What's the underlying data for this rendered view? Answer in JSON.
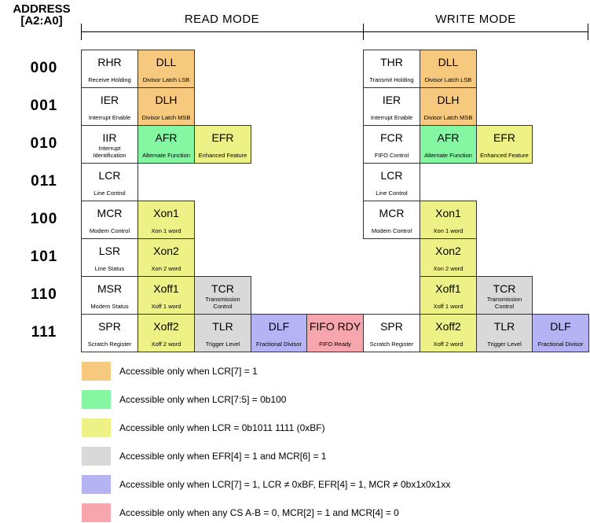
{
  "header": {
    "address_label_line1": "ADDRESS",
    "address_label_line2": "[A2:A0]",
    "read_mode_label": "READ MODE",
    "write_mode_label": "WRITE MODE"
  },
  "addresses": [
    "000",
    "001",
    "010",
    "011",
    "100",
    "101",
    "110",
    "111"
  ],
  "colors": {
    "white": "#FFFFFF",
    "orange": "#F7C97F",
    "green": "#85F7A3",
    "yellow": "#EEF286",
    "gray": "#D9D9D9",
    "purple": "#B5B3F3",
    "pink": "#F7A6AD"
  },
  "registers": [
    {
      "side": "read",
      "row": 0,
      "col": 0,
      "name": "RHR",
      "desc": "Receive Holding",
      "color": "white"
    },
    {
      "side": "read",
      "row": 0,
      "col": 1,
      "name": "DLL",
      "desc": "Divisor Latch LSB",
      "color": "orange"
    },
    {
      "side": "read",
      "row": 1,
      "col": 0,
      "name": "IER",
      "desc": "Interrupt Enable",
      "color": "white"
    },
    {
      "side": "read",
      "row": 1,
      "col": 1,
      "name": "DLH",
      "desc": "Divisor Latch MSB",
      "color": "orange"
    },
    {
      "side": "read",
      "row": 2,
      "col": 0,
      "name": "IIR",
      "desc": "Interrupt Identification",
      "color": "white"
    },
    {
      "side": "read",
      "row": 2,
      "col": 1,
      "name": "AFR",
      "desc": "Alternate Function",
      "color": "green"
    },
    {
      "side": "read",
      "row": 2,
      "col": 2,
      "name": "EFR",
      "desc": "Enhanced Feature",
      "color": "yellow"
    },
    {
      "side": "read",
      "row": 3,
      "col": 0,
      "name": "LCR",
      "desc": "Line Control",
      "color": "white"
    },
    {
      "side": "read",
      "row": 4,
      "col": 0,
      "name": "MCR",
      "desc": "Modem Control",
      "color": "white"
    },
    {
      "side": "read",
      "row": 4,
      "col": 1,
      "name": "Xon1",
      "desc": "Xon 1 word",
      "color": "yellow"
    },
    {
      "side": "read",
      "row": 5,
      "col": 0,
      "name": "LSR",
      "desc": "Line Status",
      "color": "white"
    },
    {
      "side": "read",
      "row": 5,
      "col": 1,
      "name": "Xon2",
      "desc": "Xon 2 word",
      "color": "yellow"
    },
    {
      "side": "read",
      "row": 6,
      "col": 0,
      "name": "MSR",
      "desc": "Modem Status",
      "color": "white"
    },
    {
      "side": "read",
      "row": 6,
      "col": 1,
      "name": "Xoff1",
      "desc": "Xoff 1 word",
      "color": "yellow"
    },
    {
      "side": "read",
      "row": 6,
      "col": 2,
      "name": "TCR",
      "desc": "Transmission Control",
      "color": "gray"
    },
    {
      "side": "read",
      "row": 7,
      "col": 0,
      "name": "SPR",
      "desc": "Scratch Register",
      "color": "white"
    },
    {
      "side": "read",
      "row": 7,
      "col": 1,
      "name": "Xoff2",
      "desc": "Xoff 2 word",
      "color": "yellow"
    },
    {
      "side": "read",
      "row": 7,
      "col": 2,
      "name": "TLR",
      "desc": "Trigger Level",
      "color": "gray"
    },
    {
      "side": "read",
      "row": 7,
      "col": 3,
      "name": "DLF",
      "desc": "Fractional Divisor",
      "color": "purple"
    },
    {
      "side": "read",
      "row": 7,
      "col": 4,
      "name": "FIFO RDY",
      "desc": "FIFO Ready",
      "color": "pink"
    },
    {
      "side": "write",
      "row": 0,
      "col": 5,
      "name": "THR",
      "desc": "Transmit Holding",
      "color": "white"
    },
    {
      "side": "write",
      "row": 0,
      "col": 6,
      "name": "DLL",
      "desc": "Divisor Latch LSB",
      "color": "orange"
    },
    {
      "side": "write",
      "row": 1,
      "col": 5,
      "name": "IER",
      "desc": "Interrupt Enable",
      "color": "white"
    },
    {
      "side": "write",
      "row": 1,
      "col": 6,
      "name": "DLH",
      "desc": "Divisor Latch MSB",
      "color": "orange"
    },
    {
      "side": "write",
      "row": 2,
      "col": 5,
      "name": "FCR",
      "desc": "FIFO Control",
      "color": "white"
    },
    {
      "side": "write",
      "row": 2,
      "col": 6,
      "name": "AFR",
      "desc": "Alternate Function",
      "color": "green"
    },
    {
      "side": "write",
      "row": 2,
      "col": 7,
      "name": "EFR",
      "desc": "Enhanced Feature",
      "color": "yellow"
    },
    {
      "side": "write",
      "row": 3,
      "col": 5,
      "name": "LCR",
      "desc": "Line Control",
      "color": "white"
    },
    {
      "side": "write",
      "row": 4,
      "col": 5,
      "name": "MCR",
      "desc": "Modem Control",
      "color": "white"
    },
    {
      "side": "write",
      "row": 4,
      "col": 6,
      "name": "Xon1",
      "desc": "Xon 1 word",
      "color": "yellow"
    },
    {
      "side": "write",
      "row": 5,
      "col": 6,
      "name": "Xon2",
      "desc": "Xon 2 word",
      "color": "yellow"
    },
    {
      "side": "write",
      "row": 6,
      "col": 6,
      "name": "Xoff1",
      "desc": "Xoff 1 word",
      "color": "yellow"
    },
    {
      "side": "write",
      "row": 6,
      "col": 7,
      "name": "TCR",
      "desc": "Transmission Control",
      "color": "gray"
    },
    {
      "side": "write",
      "row": 7,
      "col": 5,
      "name": "SPR",
      "desc": "Scratch Register",
      "color": "white"
    },
    {
      "side": "write",
      "row": 7,
      "col": 6,
      "name": "Xoff2",
      "desc": "Xoff 2 word",
      "color": "yellow"
    },
    {
      "side": "write",
      "row": 7,
      "col": 7,
      "name": "TLR",
      "desc": "Trigger Level",
      "color": "gray"
    },
    {
      "side": "write",
      "row": 7,
      "col": 8,
      "name": "DLF",
      "desc": "Fractional Divisor",
      "color": "purple"
    }
  ],
  "legend": [
    {
      "color": "orange",
      "text": "Accessible only when LCR[7] = 1"
    },
    {
      "color": "green",
      "text": "Accessible only when LCR[7:5] = 0b100"
    },
    {
      "color": "yellow",
      "text": "Accessible only when LCR = 0b1011 1111 (0xBF)"
    },
    {
      "color": "gray",
      "text": "Accessible only when EFR[4] = 1 and MCR[6] = 1"
    },
    {
      "color": "purple",
      "text": "Accessible only when LCR[7] = 1, LCR ≠ 0xBF, EFR[4] = 1, MCR ≠ 0bx1x0x1xx"
    },
    {
      "color": "pink",
      "text": "Accessible only when any CS A-B = 0, MCR[2] = 1 and MCR[4] = 0"
    }
  ]
}
